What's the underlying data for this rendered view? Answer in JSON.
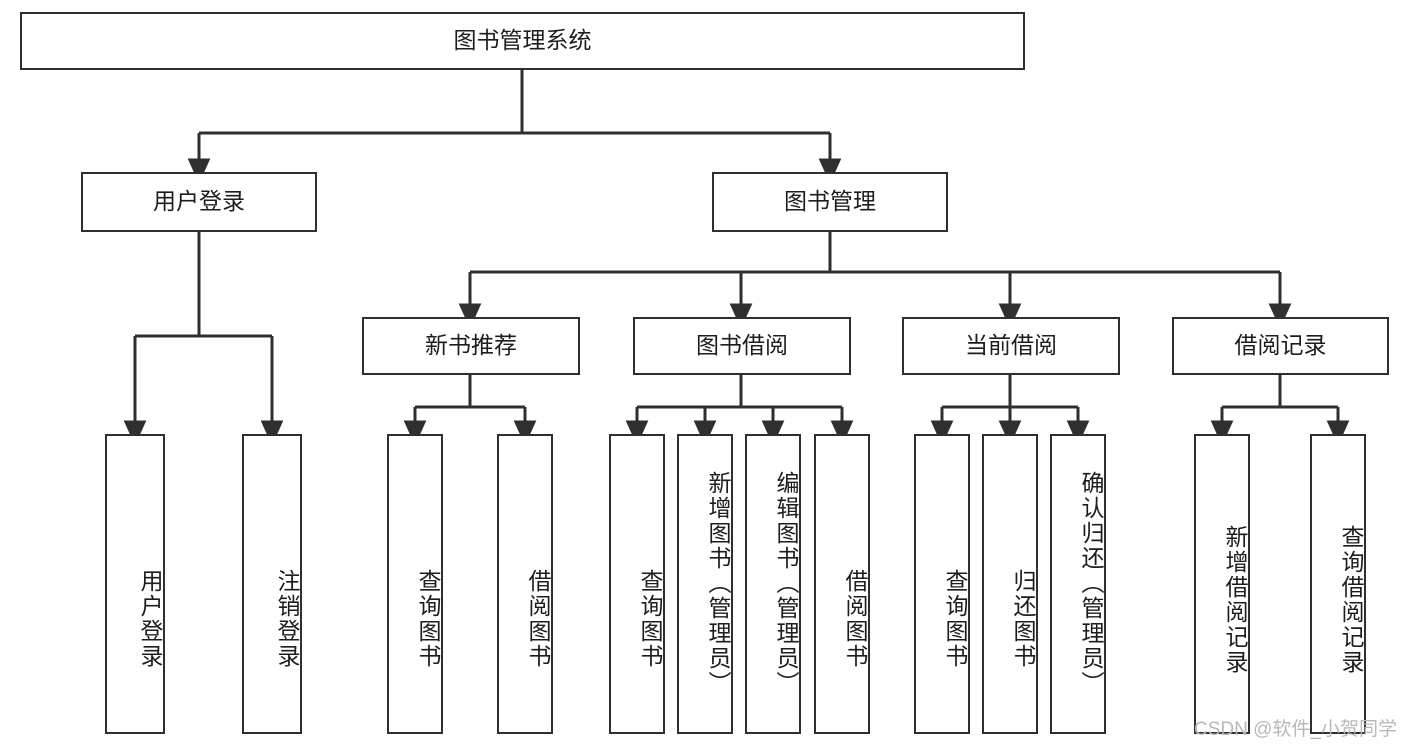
{
  "diagram": {
    "title": "图书管理系统",
    "type": "hierarchy-tree",
    "watermark": "CSDN @软件_小贺同学",
    "colors": {
      "stroke": "#2f2f2f",
      "fill": "#ffffff",
      "text": "#1d1d1d",
      "watermark": "#b8b8b8"
    },
    "levels": {
      "root": "图书管理系统",
      "level2": [
        "用户登录",
        "图书管理"
      ],
      "level3": [
        "新书推荐",
        "图书借阅",
        "当前借阅",
        "借阅记录"
      ],
      "level4": [
        "用户登录",
        "注销登录",
        "查询图书",
        "借阅图书",
        "查询图书",
        "新增图书（管理员）",
        "编辑图书（管理员）",
        "借阅图书",
        "查询图书",
        "归还图书",
        "确认归还（管理员）",
        "新增借阅记录",
        "查询借阅记录"
      ]
    },
    "nodes": {
      "root": {
        "label": "图书管理系统"
      },
      "user_login": {
        "label": "用户登录"
      },
      "book_mgmt": {
        "label": "图书管理"
      },
      "new_book_rec": {
        "label": "新书推荐"
      },
      "book_borrow": {
        "label": "图书借阅"
      },
      "current_borrow": {
        "label": "当前借阅"
      },
      "borrow_record": {
        "label": "借阅记录"
      },
      "leaf_user_login": {
        "label": "用户登录"
      },
      "leaf_logout": {
        "label": "注销登录"
      },
      "leaf_query_book_1": {
        "label": "查询图书"
      },
      "leaf_borrow_book_1": {
        "label": "借阅图书"
      },
      "leaf_query_book_2": {
        "label": "查询图书"
      },
      "leaf_add_book": {
        "label": "新增图书（管理员）"
      },
      "leaf_edit_book": {
        "label": "编辑图书（管理员）"
      },
      "leaf_borrow_book_2": {
        "label": "借阅图书"
      },
      "leaf_query_book_3": {
        "label": "查询图书"
      },
      "leaf_return_book": {
        "label": "归还图书"
      },
      "leaf_confirm_return": {
        "label": "确认归还（管理员）"
      },
      "leaf_add_record": {
        "label": "新增借阅记录"
      },
      "leaf_query_record": {
        "label": "查询借阅记录"
      }
    }
  }
}
